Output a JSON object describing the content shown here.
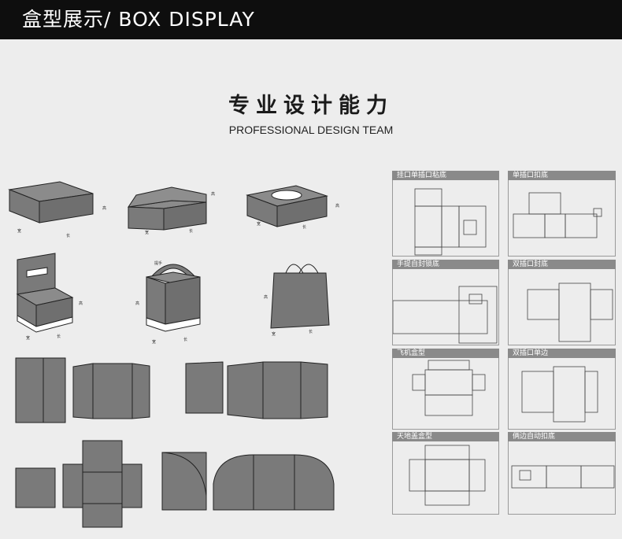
{
  "header": {
    "title": "盒型展示/ BOX DISPLAY"
  },
  "section": {
    "heading": "专业设计能力",
    "subheading": "PROFESSIONAL DESIGN TEAM"
  },
  "dimension_labels": {
    "height": "高",
    "width": "宽",
    "length": "长",
    "handle": "提手"
  },
  "box_types": [
    {
      "label": "挂口单插口粘底"
    },
    {
      "label": "单插口扣底"
    },
    {
      "label": "手提自封锁底"
    },
    {
      "label": "双插口封底"
    },
    {
      "label": "飞机盒型"
    },
    {
      "label": "双插口单边"
    },
    {
      "label": "天地盖盒型"
    },
    {
      "label": "俩边自动扣底"
    }
  ],
  "colors": {
    "header_bg": "#0e0e0e",
    "page_bg": "#ededed",
    "box_gray": "#7a7a7a",
    "label_gray": "#8a8a8a"
  }
}
